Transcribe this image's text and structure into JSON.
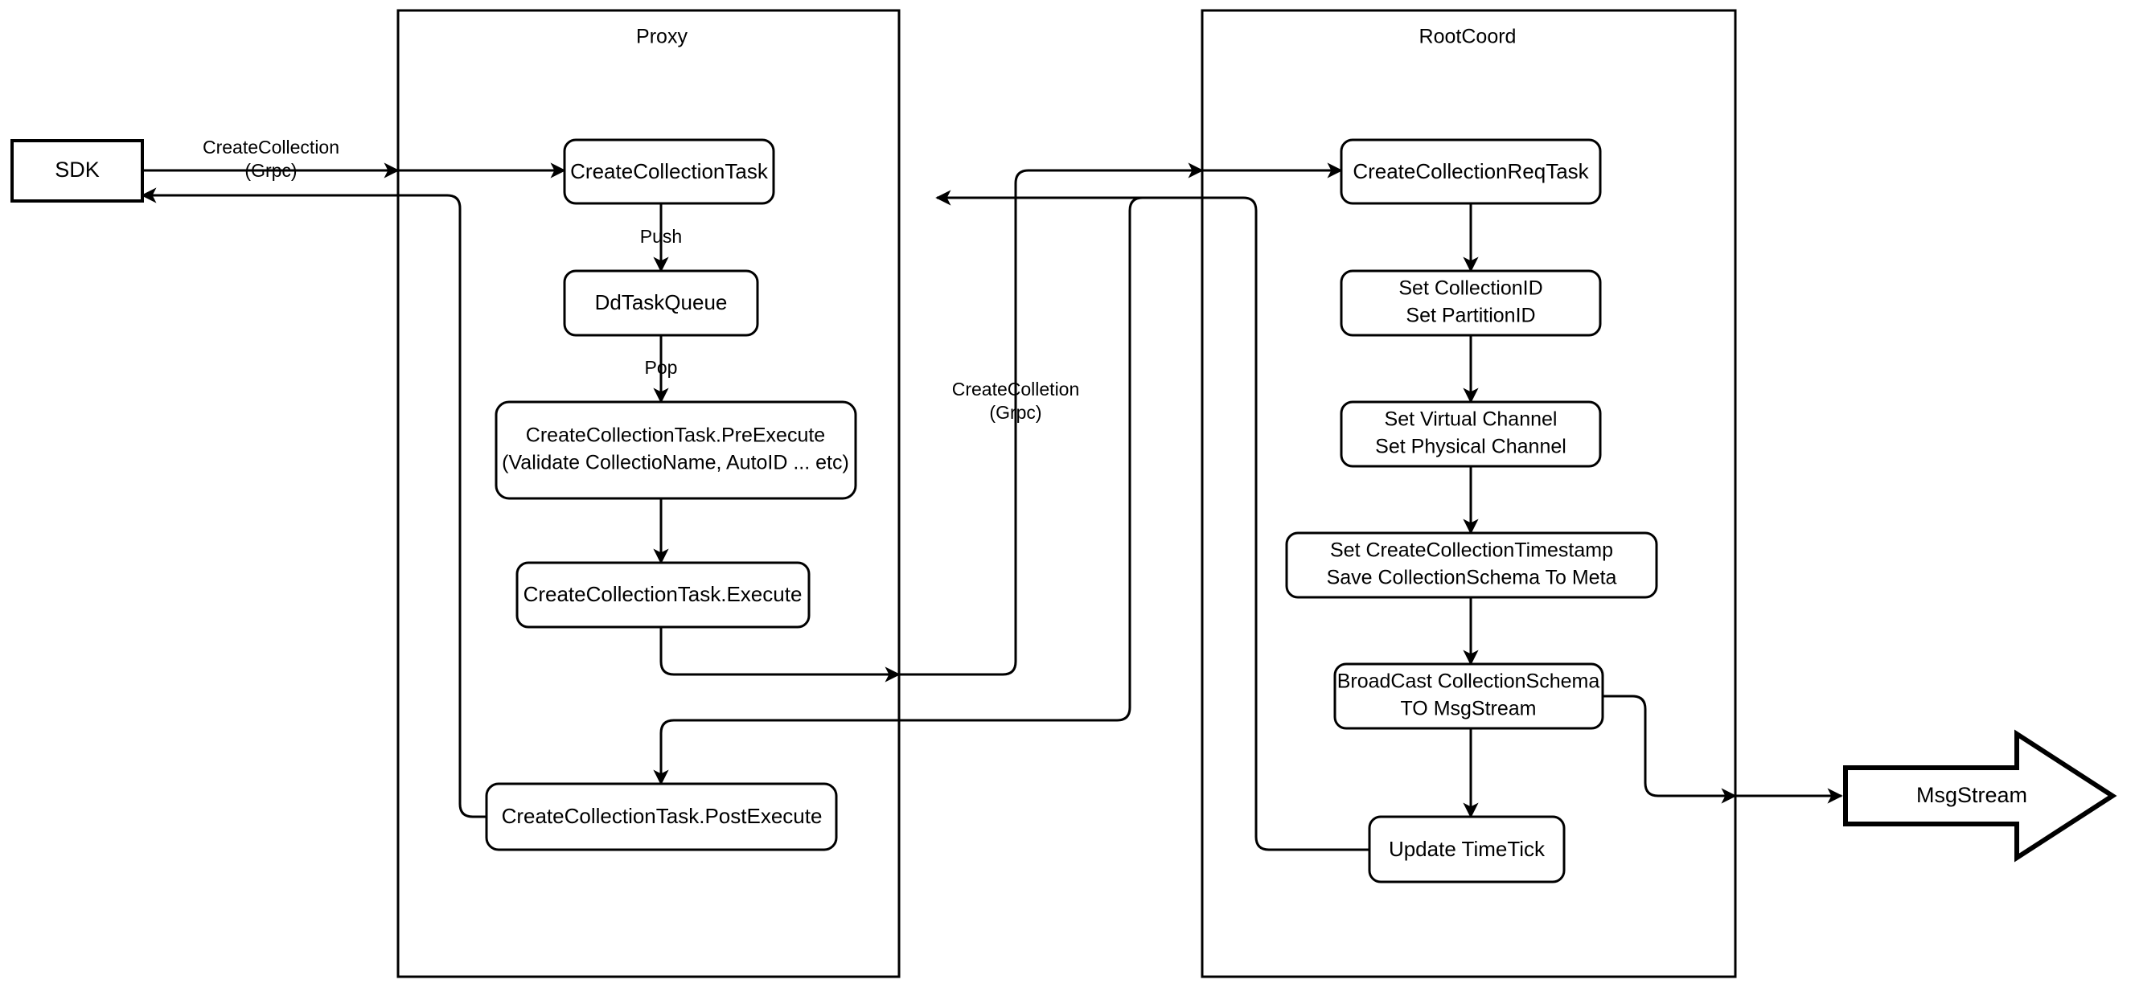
{
  "diagram": {
    "title": "CreateCollection flow",
    "type": "flowchart",
    "background": "#ffffff",
    "line_color": "#000000",
    "fill_color": "#ffffff"
  },
  "containers": [
    {
      "id": "proxy",
      "label": "Proxy"
    },
    {
      "id": "rootcoord",
      "label": "RootCoord"
    }
  ],
  "external_nodes": [
    {
      "id": "sdk",
      "label": "SDK",
      "shape": "rectangle"
    },
    {
      "id": "msgstream",
      "label": "MsgStream",
      "shape": "block-arrow"
    }
  ],
  "proxy_nodes": [
    {
      "id": "create_collection_task",
      "label": "CreateCollectionTask",
      "shape": "rounded-rect"
    },
    {
      "id": "dd_task_queue",
      "label": "DdTaskQueue",
      "shape": "rounded-rect"
    },
    {
      "id": "pre_execute",
      "line1": "CreateCollectionTask.PreExecute",
      "line2": "(Validate CollectioName, AutoID ... etc)",
      "shape": "rounded-rect"
    },
    {
      "id": "execute",
      "label": "CreateCollectionTask.Execute",
      "shape": "rounded-rect"
    },
    {
      "id": "post_execute",
      "label": "CreateCollectionTask.PostExecute",
      "shape": "rounded-rect"
    }
  ],
  "rootcoord_nodes": [
    {
      "id": "create_collection_req_task",
      "label": "CreateCollectionReqTask",
      "shape": "rounded-rect"
    },
    {
      "id": "set_ids",
      "line1": "Set CollectionID",
      "line2": "Set PartitionID",
      "shape": "rounded-rect"
    },
    {
      "id": "set_channels",
      "line1": "Set Virtual Channel",
      "line2": "Set Physical Channel",
      "shape": "rounded-rect"
    },
    {
      "id": "save_meta",
      "line1": "Set CreateCollectionTimestamp",
      "line2": "Save CollectionSchema To Meta",
      "shape": "rounded-rect"
    },
    {
      "id": "broadcast",
      "line1": "BroadCast CollectionSchema",
      "line2": "TO MsgStream",
      "shape": "rounded-rect"
    },
    {
      "id": "update_timetick",
      "label": "Update TimeTick",
      "shape": "rounded-rect"
    }
  ],
  "edge_labels": [
    {
      "id": "sdk_to_proxy",
      "line1": "CreateCollection",
      "line2": "(Grpc)"
    },
    {
      "id": "push",
      "label": "Push"
    },
    {
      "id": "pop",
      "label": "Pop"
    },
    {
      "id": "proxy_to_rootcoord",
      "line1": "CreateColletion",
      "line2": "(Grpc)"
    }
  ]
}
